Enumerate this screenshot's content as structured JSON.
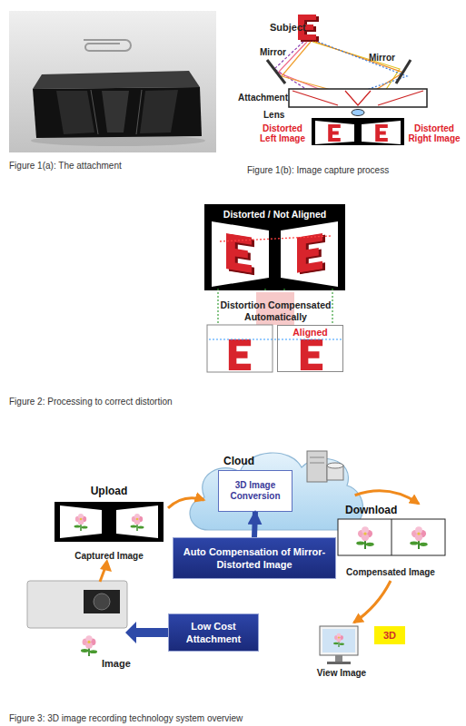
{
  "diagram": {
    "nodes": [
      {
        "text": [
          "Distorted / Not Aligned"
        ]
      },
      {
        "text": [
          "Aligned"
        ]
      },
      {
        "text": [
          "Cloud"
        ]
      },
      {
        "text": [
          "3D Image Conversion"
        ],
        "in": 2
      },
      {
        "text": [
          "Upload",
          "Captured Image"
        ]
      },
      {
        "text": [
          "Download",
          "Compensated Image"
        ]
      },
      {
        "text": [
          "Auto Compensation of Mirror-Distorted Image"
        ]
      },
      {
        "text": [
          "Low Cost Attachment"
        ]
      },
      {
        "text": [
          "View Image"
        ]
      },
      {
        "text": [
          "3D"
        ]
      }
    ],
    "edges": [
      {
        "from": 4,
        "to": 2,
        "arrow": "to"
      },
      {
        "from": 2,
        "to": 5,
        "arrow": "to"
      },
      {
        "from": 5,
        "to": 8,
        "arrow": "to"
      },
      {
        "from": 6,
        "to": 3,
        "arrow": "to"
      }
    ],
    "labels": [
      "Subject",
      "Mirror",
      "Mirror",
      "Attachment",
      "Lens",
      "Distorted Left Image",
      "Distorted Right Image",
      "Figure 1(a): The attachment",
      "Figure 1(b): Image capture process",
      "Distortion Compensated Automatically",
      "Figure 2: Processing to correct distortion",
      "Image",
      "Figure 3: 3D image recording technology system overview"
    ]
  }
}
